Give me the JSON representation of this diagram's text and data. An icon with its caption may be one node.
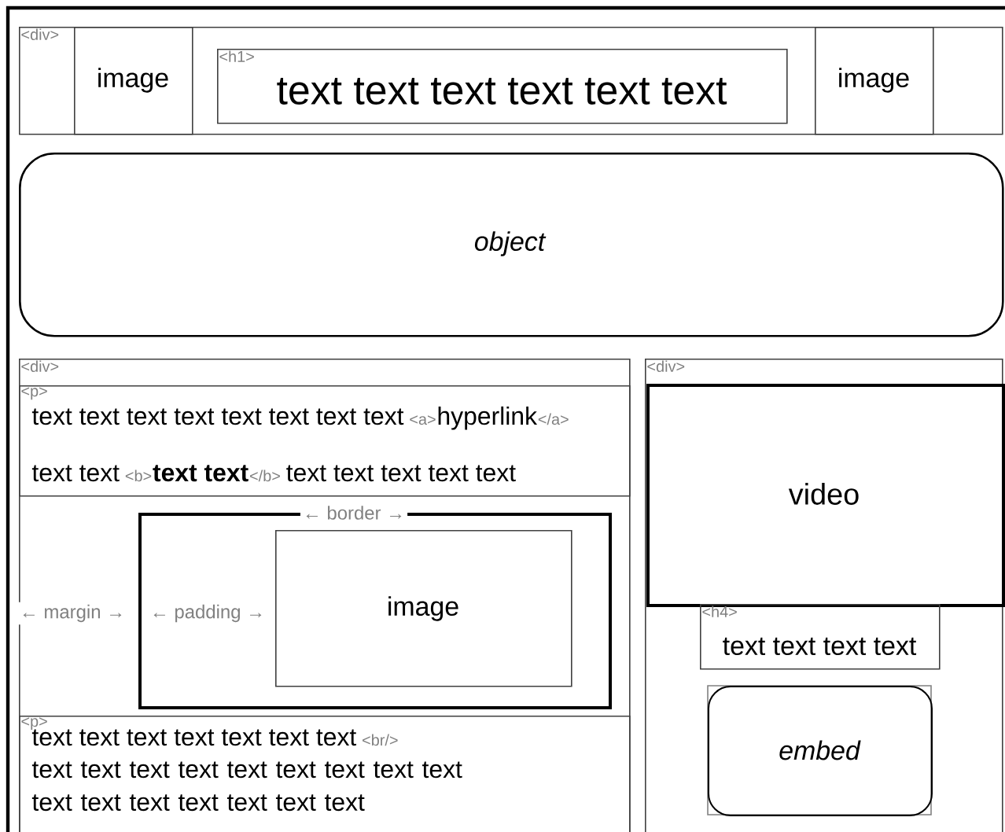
{
  "diagram": {
    "nodes": [
      {
        "text": [
          "<div>"
        ]
      },
      {
        "text": [
          "image"
        ],
        "in": 0
      },
      {
        "text": [
          "<h1>",
          "text text text text text text"
        ],
        "in": 0
      },
      {
        "text": [
          "image"
        ],
        "in": 0
      },
      {
        "text": [
          "object"
        ]
      },
      {
        "text": [
          "<div>"
        ]
      },
      {
        "text": [
          "<p>",
          "text text text text text text text text",
          "<a>",
          "hyperlink",
          "</a>",
          "text text",
          "<b>",
          "text text",
          "</b>",
          "text text text text text"
        ],
        "in": 5
      },
      {
        "text": [],
        "shape": "box",
        "in": 5
      },
      {
        "text": [
          "image"
        ],
        "in": 7
      },
      {
        "text": [
          "<p>",
          "text text text text text text text",
          "<br/>",
          "text text text text text text text text text text text text text text text text"
        ],
        "in": 5
      },
      {
        "text": [
          "<div>"
        ]
      },
      {
        "text": [
          "video"
        ],
        "in": 10
      },
      {
        "text": [
          "<h4>",
          "text text text text"
        ],
        "in": 10
      },
      {
        "text": [
          "embed"
        ],
        "in": 10
      }
    ],
    "labels": [
      "← border →",
      "← margin →",
      "← padding →"
    ]
  }
}
